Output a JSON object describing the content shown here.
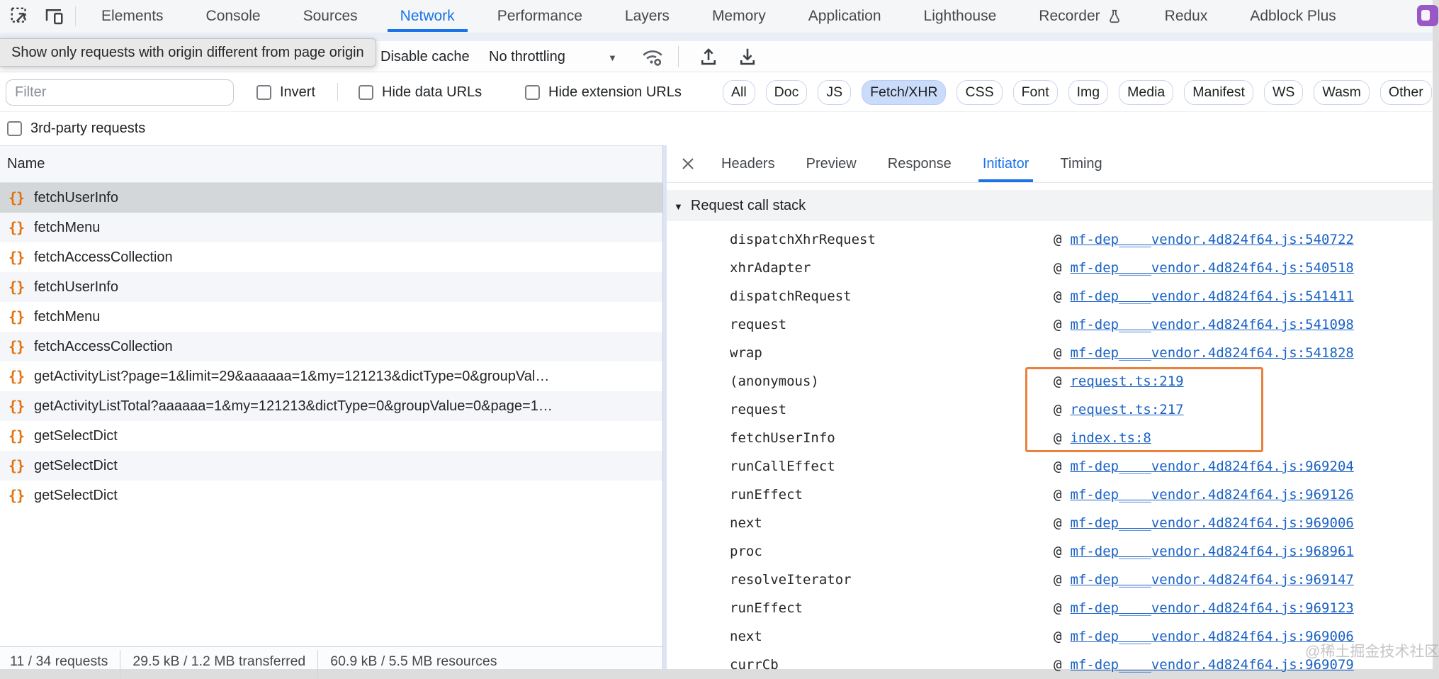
{
  "devtools": {
    "main_tabs": [
      {
        "label": "Elements"
      },
      {
        "label": "Console"
      },
      {
        "label": "Sources"
      },
      {
        "label": "Network",
        "selected": true
      },
      {
        "label": "Performance"
      },
      {
        "label": "Layers"
      },
      {
        "label": "Memory"
      },
      {
        "label": "Application"
      },
      {
        "label": "Lighthouse"
      },
      {
        "label": "Recorder",
        "has_flask_icon": true
      },
      {
        "label": "Redux"
      },
      {
        "label": "Adblock Plus"
      }
    ],
    "tooltip": "Show only requests with origin different from page origin",
    "toolbar": {
      "disable_cache_label": "Disable cache",
      "throttling_value": "No throttling"
    },
    "filter_bar": {
      "filter_placeholder": "Filter",
      "invert_label": "Invert",
      "hide_data_urls_label": "Hide data URLs",
      "hide_extension_urls_label": "Hide extension URLs",
      "type_pills": [
        {
          "label": "All"
        },
        {
          "label": "Doc"
        },
        {
          "label": "JS"
        },
        {
          "label": "Fetch/XHR",
          "selected": true
        },
        {
          "label": "CSS"
        },
        {
          "label": "Font"
        },
        {
          "label": "Img"
        },
        {
          "label": "Media"
        },
        {
          "label": "Manifest"
        },
        {
          "label": "WS"
        },
        {
          "label": "Wasm"
        },
        {
          "label": "Other"
        }
      ],
      "third_party_label": "3rd-party requests"
    },
    "requests": {
      "name_header": "Name",
      "rows": [
        {
          "name": "fetchUserInfo",
          "selected": true
        },
        {
          "name": "fetchMenu"
        },
        {
          "name": "fetchAccessCollection"
        },
        {
          "name": "fetchUserInfo"
        },
        {
          "name": "fetchMenu"
        },
        {
          "name": "fetchAccessCollection"
        },
        {
          "name": "getActivityList?page=1&limit=29&aaaaaa=1&my=121213&dictType=0&groupVal…"
        },
        {
          "name": "getActivityListTotal?aaaaaa=1&my=121213&dictType=0&groupValue=0&page=1…"
        },
        {
          "name": "getSelectDict"
        },
        {
          "name": "getSelectDict"
        },
        {
          "name": "getSelectDict"
        }
      ]
    },
    "details": {
      "tabs": [
        {
          "label": "Headers"
        },
        {
          "label": "Preview"
        },
        {
          "label": "Response"
        },
        {
          "label": "Initiator",
          "selected": true
        },
        {
          "label": "Timing"
        }
      ],
      "call_stack": {
        "title": "Request call stack",
        "entries": [
          {
            "at": "@",
            "fn": "dispatchXhrRequest",
            "file": "mf-dep____vendor.4d824f64.js:540722"
          },
          {
            "at": "@",
            "fn": "xhrAdapter",
            "file": "mf-dep____vendor.4d824f64.js:540518"
          },
          {
            "at": "@",
            "fn": "dispatchRequest",
            "file": "mf-dep____vendor.4d824f64.js:541411"
          },
          {
            "at": "@",
            "fn": "request",
            "file": "mf-dep____vendor.4d824f64.js:541098"
          },
          {
            "at": "@",
            "fn": "wrap",
            "file": "mf-dep____vendor.4d824f64.js:541828"
          },
          {
            "at": "@",
            "fn": "(anonymous)",
            "file": "request.ts:219"
          },
          {
            "at": "@",
            "fn": "request",
            "file": "request.ts:217"
          },
          {
            "at": "@",
            "fn": "fetchUserInfo",
            "file": "index.ts:8"
          },
          {
            "at": "@",
            "fn": "runCallEffect",
            "file": "mf-dep____vendor.4d824f64.js:969204"
          },
          {
            "at": "@",
            "fn": "runEffect",
            "file": "mf-dep____vendor.4d824f64.js:969126"
          },
          {
            "at": "@",
            "fn": "next",
            "file": "mf-dep____vendor.4d824f64.js:969006"
          },
          {
            "at": "@",
            "fn": "proc",
            "file": "mf-dep____vendor.4d824f64.js:968961"
          },
          {
            "at": "@",
            "fn": "resolveIterator",
            "file": "mf-dep____vendor.4d824f64.js:969147"
          },
          {
            "at": "@",
            "fn": "runEffect",
            "file": "mf-dep____vendor.4d824f64.js:969123"
          },
          {
            "at": "@",
            "fn": "next",
            "file": "mf-dep____vendor.4d824f64.js:969006"
          },
          {
            "at": "@",
            "fn": "currCb",
            "file": "mf-dep____vendor.4d824f64.js:969079"
          }
        ]
      }
    },
    "status_bar": {
      "requests": "11 / 34 requests",
      "transferred": "29.5 kB / 1.2 MB transferred",
      "resources": "60.9 kB / 5.5 MB resources"
    },
    "watermark": "@稀土掘金技术社区",
    "icons": {
      "xhr_glyph": "{}",
      "colors": {
        "accent": "#1a73e8",
        "selected_pill_bg": "#cbdcfb",
        "link": "#1a62c5",
        "xhr_icon": "#e1720d",
        "highlight_box": "#e8823e"
      }
    }
  }
}
